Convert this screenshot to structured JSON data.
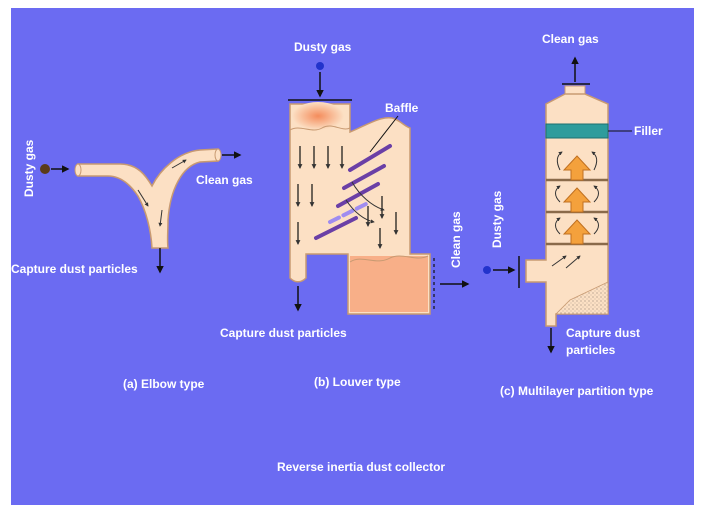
{
  "colors": {
    "background": "#6B6BF2",
    "body_fill": "#FCE0C4",
    "body_stroke": "#C89A72",
    "glow": "#F7A67E",
    "baffle": "#6A3FA6",
    "filler": "#2E9C9C",
    "chevron": "#F4A13C",
    "text": "#FFFFFF",
    "arrow": "#111111"
  },
  "elbow": {
    "inlet_label": "Dusty gas",
    "outlet_label": "Clean gas",
    "capture_label": "Capture dust particles",
    "caption": "(a) Elbow type"
  },
  "louver": {
    "inlet_label": "Dusty gas",
    "baffle_label": "Baffle",
    "outlet_label": "Clean gas",
    "capture_label": "Capture dust particles",
    "caption": "(b) Louver type"
  },
  "multilayer": {
    "outlet_label": "Clean gas",
    "filler_label": "Filler",
    "inlet_label": "Dusty gas",
    "capture_label_line1": "Capture dust",
    "capture_label_line2": "particles",
    "caption": "(c) Multilayer partition type"
  },
  "footer": {
    "title": "Reverse inertia dust collector"
  }
}
